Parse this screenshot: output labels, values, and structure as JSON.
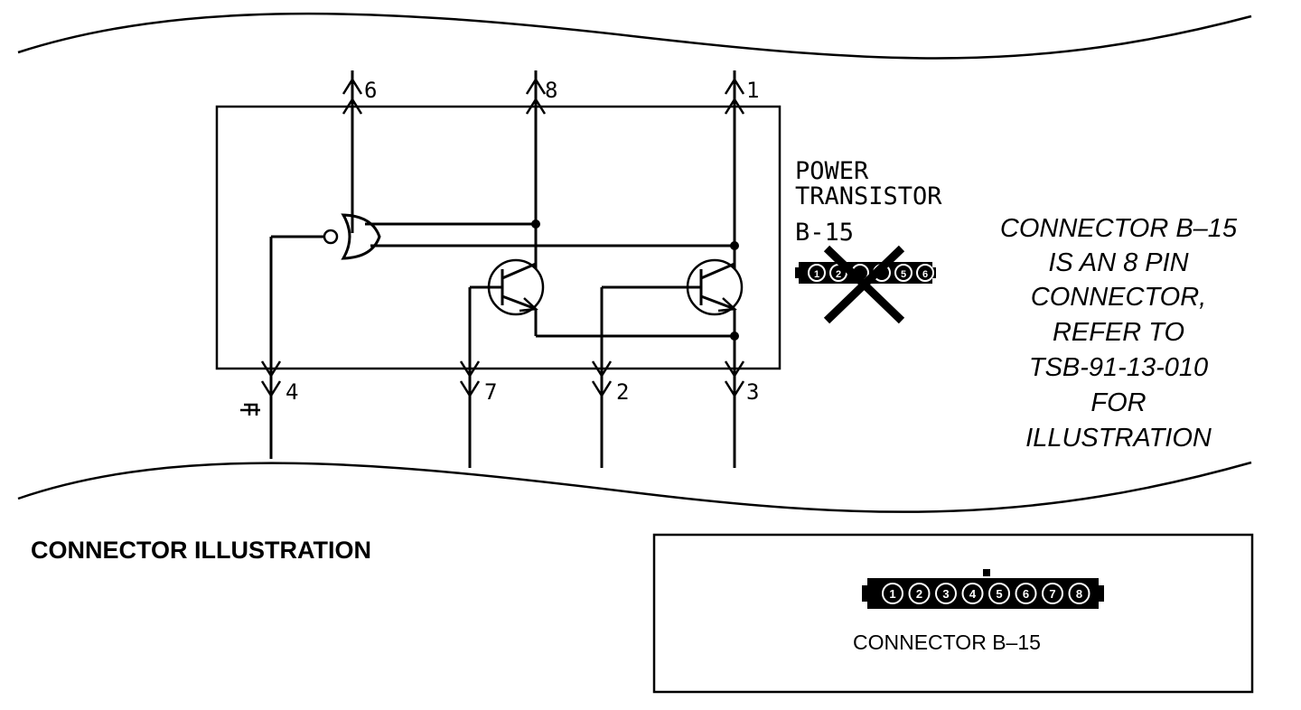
{
  "component": {
    "name_line1": "POWER",
    "name_line2": "TRANSISTOR",
    "connector_id": "B-15"
  },
  "pins": {
    "top": [
      "6",
      "8",
      "1"
    ],
    "bottom": [
      "4",
      "7",
      "2",
      "3"
    ]
  },
  "note": {
    "lines": [
      "CONNECTOR B–15",
      "IS AN 8 PIN",
      "CONNECTOR,",
      "REFER TO",
      "TSB-91-13-010",
      "FOR",
      "ILLUSTRATION"
    ]
  },
  "connector_section": {
    "title": "CONNECTOR ILLUSTRATION",
    "caption": "CONNECTOR B–15",
    "cavities": [
      "1",
      "2",
      "3",
      "4",
      "5",
      "6",
      "7",
      "8"
    ]
  },
  "small_connector": {
    "cavities": [
      "1",
      "2",
      "",
      "",
      "5",
      "6"
    ]
  }
}
